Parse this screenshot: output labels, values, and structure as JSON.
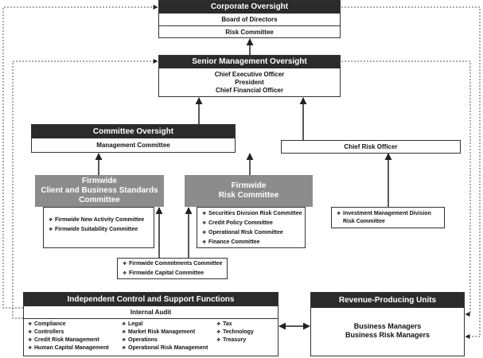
{
  "corporate": {
    "title": "Corporate Oversight",
    "board": "Board of Directors",
    "risk": "Risk Committee"
  },
  "senior": {
    "title": "Senior Management Oversight",
    "ceo": "Chief Executive Officer",
    "president": "President",
    "cfo": "Chief Financial Officer"
  },
  "committee_oversight": {
    "title": "Committee Oversight",
    "management": "Management Committee"
  },
  "cro": "Chief Risk Officer",
  "client_standards": {
    "line1": "Firmwide",
    "line2": "Client and Business Standards",
    "line3": "Committee",
    "items": [
      "Firmwide New Activity Committee",
      "Firmwide Suitability Committee"
    ]
  },
  "risk_committee": {
    "line1": "Firmwide",
    "line2": "Risk Committee",
    "items": [
      "Securities Division Risk Committee",
      "Credit Policy Committee",
      "Operational Risk Committee",
      "Finance Committee"
    ]
  },
  "imd": {
    "line1": "Investment Management Division",
    "line2": "Risk Committee"
  },
  "commitments": {
    "items": [
      "Firmwide Commitments Committee",
      "Firmwide Capital Committee"
    ]
  },
  "independent": {
    "title": "Independent Control and Support Functions",
    "audit": "Internal Audit",
    "col1": [
      "Compliance",
      "Controllers",
      "Credit Risk Management",
      "Human Capital Management"
    ],
    "col2": [
      "Legal",
      "Market Risk Management",
      "Operations",
      "Operational Risk Management"
    ],
    "col3": [
      "Tax",
      "Technology",
      "Treasury"
    ]
  },
  "revenue": {
    "title": "Revenue-Producing Units",
    "line1": "Business Managers",
    "line2": "Business Risk Managers"
  },
  "bullet_char": "❖"
}
